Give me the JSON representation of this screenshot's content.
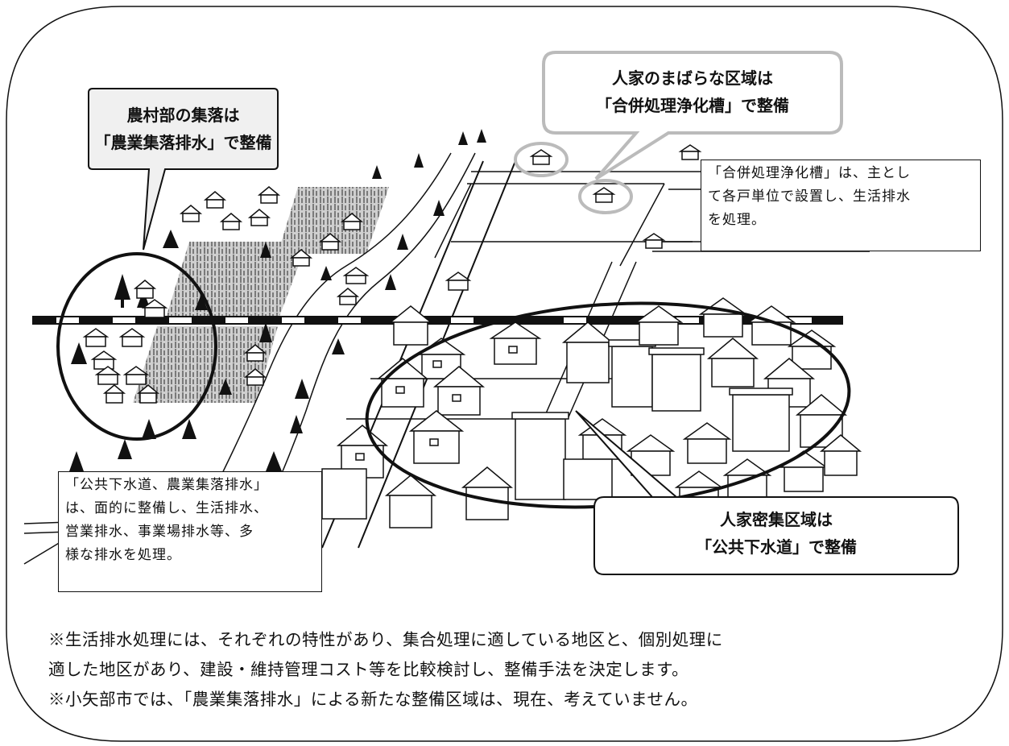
{
  "callouts": {
    "rural": {
      "line1": "農村部の集落は",
      "line2": "「農業集落排水」で整備"
    },
    "sparse": {
      "line1": "人家のまばらな区域は",
      "line2": "「合併処理浄化槽」で整備"
    },
    "dense": {
      "line1": "人家密集区域は",
      "line2": "「公共下水道」で整備"
    }
  },
  "notes": {
    "septic": {
      "line1": "「合併処理浄化槽」は、主とし",
      "line2": "て各戸単位で設置し、生活排水",
      "line3": "を処理。"
    },
    "public": {
      "line1": "「公共下水道、農業集落排水」",
      "line2": "は、面的に整備し、生活排水、",
      "line3": "営業排水、事業場排水等、多",
      "line4": "様な排水を処理。"
    }
  },
  "footer": {
    "line1": "※生活排水処理には、それぞれの特性があり、集合処理に適している地区と、個別処理に",
    "line2": "適した地区があり、建設・維持管理コスト等を比較検討し、整備手法を決定します。",
    "line3": "※小矢部市では、「農業集落排水」による新たな整備区域は、現在、考えていません。"
  },
  "colors": {
    "line": "#111111",
    "field": "#777777",
    "callout_fill": "#f0f0f0",
    "highlight": "#bbbbbb"
  }
}
